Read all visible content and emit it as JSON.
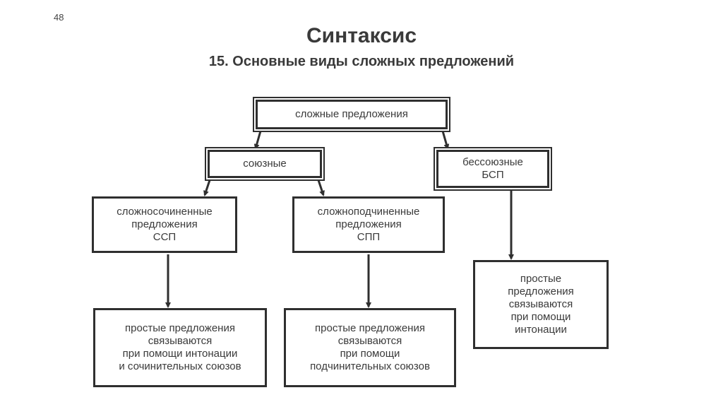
{
  "page_number": "48",
  "title": "Синтаксис",
  "subtitle": "15. Основные виды сложных предложений",
  "nodes": {
    "root": "сложные предложения",
    "conjunctive": "союзные",
    "non_conjunctive": "бессоюзные\nБСП",
    "compound": "сложносочиненные\nпредложения\nССП",
    "complex": "сложноподчиненные\nпредложения\nСПП",
    "compound_desc": "простые предложения\nсвязываются\nпри помощи интонации\nи сочинительных союзов",
    "complex_desc": "простые предложения\nсвязываются\nпри помощи\nподчинительных союзов",
    "non_conjunctive_desc": "простые\nпредложения\nсвязываются\nпри помощи\nинтонации"
  },
  "edges": [
    [
      "root",
      "conjunctive"
    ],
    [
      "root",
      "non_conjunctive"
    ],
    [
      "conjunctive",
      "compound"
    ],
    [
      "conjunctive",
      "complex"
    ],
    [
      "compound",
      "compound_desc"
    ],
    [
      "complex",
      "complex_desc"
    ],
    [
      "non_conjunctive",
      "non_conjunctive_desc"
    ]
  ],
  "colors": {
    "line": "#2f2f2f",
    "text": "#3a3a3a"
  }
}
